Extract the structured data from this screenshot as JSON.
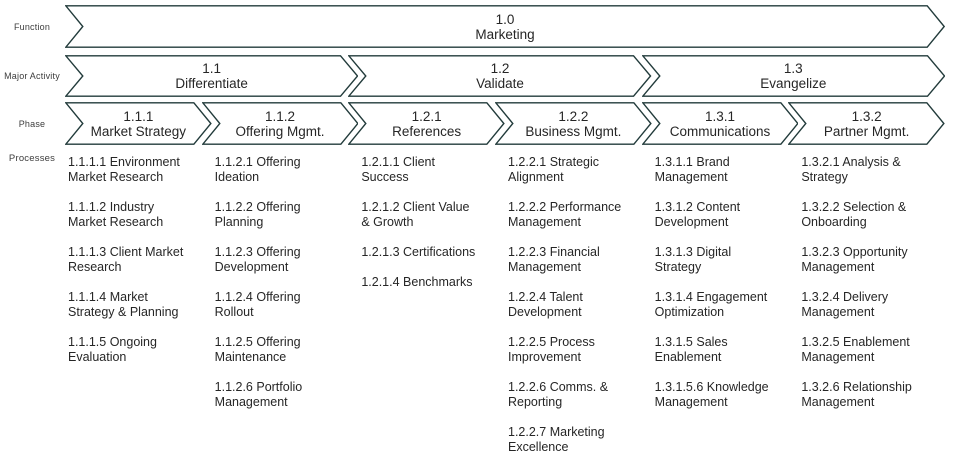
{
  "colors": {
    "outline": "#223b3b",
    "text": "#262626",
    "label": "#3d3d3d",
    "background": "#ffffff"
  },
  "row_labels": {
    "function": "Function",
    "major_activity": "Major Activity",
    "phase": "Phase",
    "processes": "Processes"
  },
  "function": {
    "id": "1.0",
    "name": "Marketing"
  },
  "major_activities": [
    {
      "id": "1.1",
      "name": "Differentiate"
    },
    {
      "id": "1.2",
      "name": "Validate"
    },
    {
      "id": "1.3",
      "name": "Evangelize"
    }
  ],
  "phases": [
    {
      "id": "1.1.1",
      "name": "Market Strategy"
    },
    {
      "id": "1.1.2",
      "name": "Offering Mgmt."
    },
    {
      "id": "1.2.1",
      "name": "References"
    },
    {
      "id": "1.2.2",
      "name": "Business Mgmt."
    },
    {
      "id": "1.3.1",
      "name": "Communications"
    },
    {
      "id": "1.3.2",
      "name": "Partner Mgmt."
    }
  ],
  "process_columns": [
    {
      "phase_id": "1.1.1",
      "items": [
        "1.1.1.1 Environment Market Research",
        "1.1.1.2 Industry Market Research",
        "1.1.1.3 Client Market Research",
        "1.1.1.4 Market Strategy & Planning",
        "1.1.1.5 Ongoing Evaluation"
      ]
    },
    {
      "phase_id": "1.1.2",
      "items": [
        "1.1.2.1 Offering Ideation",
        "1.1.2.2 Offering Planning",
        "1.1.2.3 Offering Development",
        "1.1.2.4 Offering Rollout",
        "1.1.2.5 Offering Maintenance",
        "1.1.2.6 Portfolio Management"
      ]
    },
    {
      "phase_id": "1.2.1",
      "items": [
        "1.2.1.1 Client Success",
        "1.2.1.2 Client Value & Growth",
        "1.2.1.3 Certifications",
        "1.2.1.4 Benchmarks"
      ]
    },
    {
      "phase_id": "1.2.2",
      "items": [
        "1.2.2.1 Strategic Alignment",
        "1.2.2.2 Performance Management",
        "1.2.2.3 Financial Management",
        "1.2.2.4 Talent Development",
        "1.2.2.5 Process Improvement",
        "1.2.2.6 Comms. & Reporting",
        "1.2.2.7 Marketing Excellence"
      ]
    },
    {
      "phase_id": "1.3.1",
      "items": [
        "1.3.1.1 Brand Management",
        "1.3.1.2 Content Development",
        "1.3.1.3 Digital Strategy",
        "1.3.1.4 Engagement Optimization",
        "1.3.1.5 Sales Enablement",
        "1.3.1.5.6 Knowledge Management"
      ]
    },
    {
      "phase_id": "1.3.2",
      "items": [
        "1.3.2.1 Analysis & Strategy",
        "1.3.2.2 Selection & Onboarding",
        "1.3.2.3 Opportunity Management",
        "1.3.2.4 Delivery Management",
        "1.3.2.5 Enablement Management",
        "1.3.2.6 Relationship Management"
      ]
    }
  ]
}
